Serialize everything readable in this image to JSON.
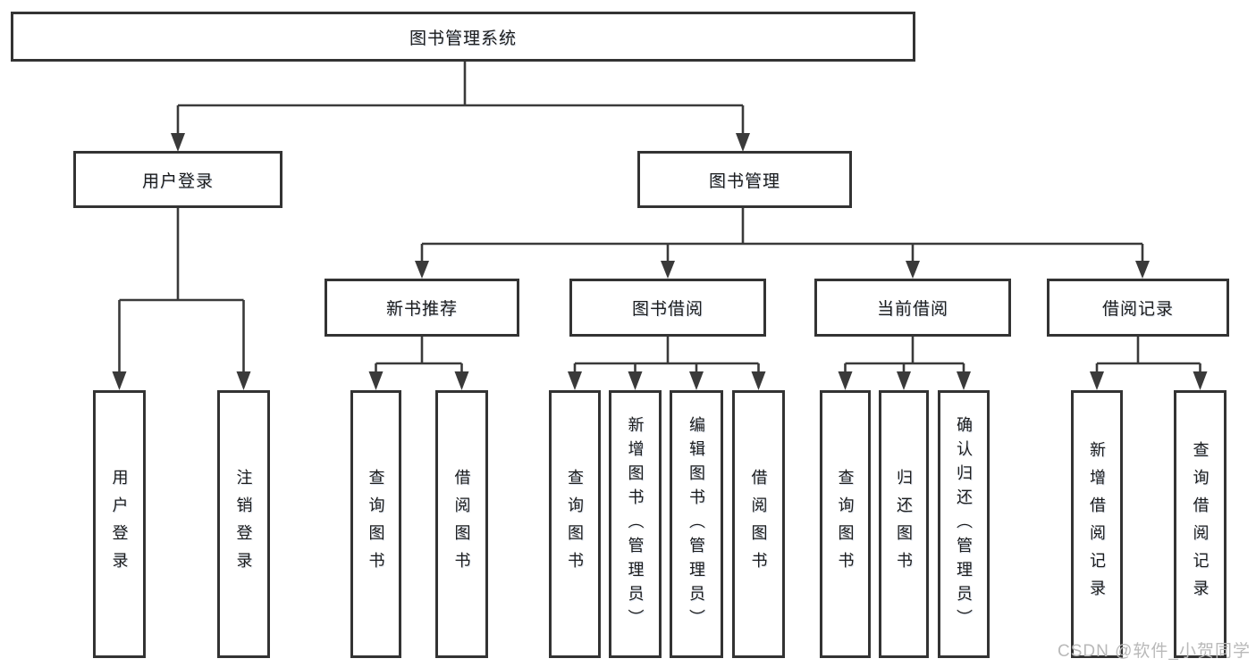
{
  "diagram": {
    "root": {
      "label": "图书管理系统"
    },
    "level2": [
      {
        "label": "用户登录"
      },
      {
        "label": "图书管理"
      }
    ],
    "level3": [
      {
        "label": "新书推荐"
      },
      {
        "label": "图书借阅"
      },
      {
        "label": "当前借阅"
      },
      {
        "label": "借阅记录"
      }
    ],
    "leaves_user_login": [
      {
        "label": "用户登录"
      },
      {
        "label": "注销登录"
      }
    ],
    "leaves_new_book": [
      {
        "label": "查询图书"
      },
      {
        "label": "借阅图书"
      }
    ],
    "leaves_book_borrow": [
      {
        "label": "查询图书"
      },
      {
        "label": "新增图书（管理员）"
      },
      {
        "label": "编辑图书（管理员）"
      },
      {
        "label": "借阅图书"
      }
    ],
    "leaves_current_borrow": [
      {
        "label": "查询图书"
      },
      {
        "label": "归还图书"
      },
      {
        "label": "确认归还（管理员）"
      }
    ],
    "leaves_borrow_record": [
      {
        "label": "新增借阅记录"
      },
      {
        "label": "查询借阅记录"
      }
    ]
  },
  "watermark": {
    "text": "CSDN @软件_小贺同学"
  },
  "colors": {
    "line": "#3a3a3a",
    "box_border": "#333333",
    "text": "#1c1c1c",
    "watermark": "#b9b9b9",
    "background": "#ffffff"
  }
}
